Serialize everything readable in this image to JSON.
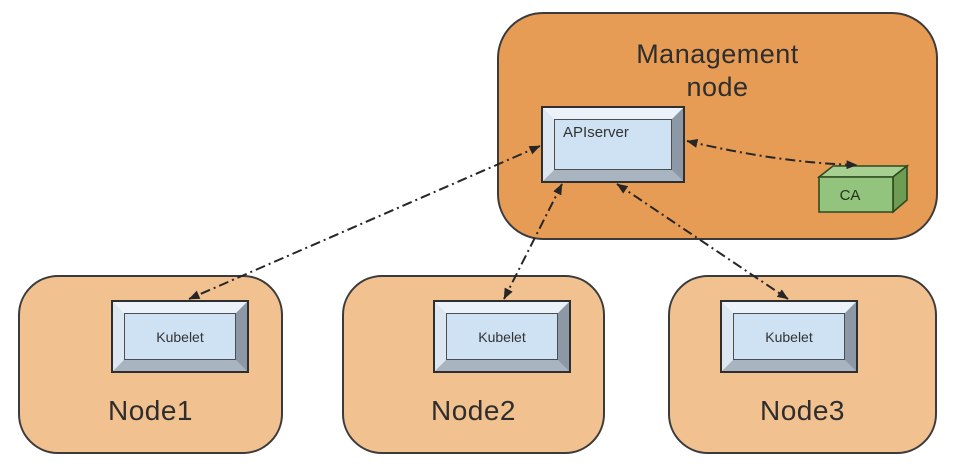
{
  "management_node": {
    "label": "Management node",
    "label_lines": [
      "Management",
      "node"
    ],
    "api_server": {
      "label": "API server",
      "label_lines": [
        "API",
        "server"
      ]
    },
    "ca": {
      "label": "CA"
    }
  },
  "worker_nodes": [
    {
      "label": "Node1",
      "component_label": "Kubelet"
    },
    {
      "label": "Node2",
      "component_label": "Kubelet"
    },
    {
      "label": "Node3",
      "component_label": "Kubelet"
    }
  ],
  "connections": [
    {
      "from": "api-server",
      "to": "kubelet-node1",
      "style": "dash-dot",
      "bidirectional": true
    },
    {
      "from": "api-server",
      "to": "kubelet-node2",
      "style": "dash-dot",
      "bidirectional": true
    },
    {
      "from": "api-server",
      "to": "kubelet-node3",
      "style": "dash-dot",
      "bidirectional": true
    },
    {
      "from": "api-server",
      "to": "ca",
      "style": "dash-dot",
      "bidirectional": true
    }
  ],
  "colors": {
    "management_node_fill": "#e79c55",
    "worker_node_fill": "#f2c190",
    "component_box_fill": "#cfe2f3",
    "ca_fill": "#93c47d",
    "connector": "#262626",
    "border": "#3b3b3b"
  }
}
